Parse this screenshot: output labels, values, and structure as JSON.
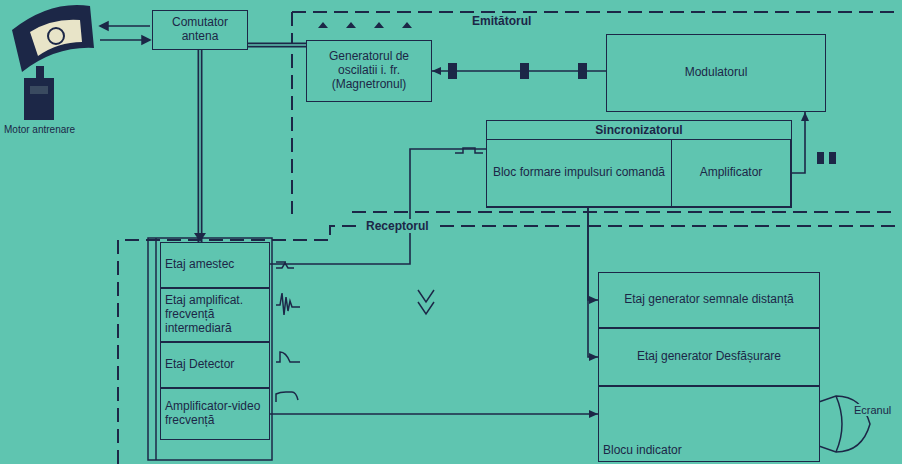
{
  "diagram": {
    "nodes": [
      {
        "text": [
          "Comutator antena"
        ]
      },
      {
        "text": [
          "Generatorul de oscilatii i. fr. (Magnetronul)"
        ]
      },
      {
        "text": [
          "Modulatorul"
        ]
      },
      {
        "text": [
          "Sincronizatorul"
        ]
      },
      {
        "text": [
          "Bloc formare impulsuri comandă"
        ],
        "in": 3
      },
      {
        "text": [
          "Amplificator"
        ],
        "in": 3
      },
      {
        "text": [
          "Etaj amestec"
        ]
      },
      {
        "text": [
          "Etaj amplificat. frecvență intermediară"
        ]
      },
      {
        "text": [
          "Etaj Detector"
        ]
      },
      {
        "text": [
          "Amplificator-video frecvență"
        ]
      },
      {
        "text": [
          "Etaj generator semnale distanță"
        ]
      },
      {
        "text": [
          "Etaj generator Desfășurare"
        ]
      },
      {
        "text": [
          "Blocu indicator"
        ]
      }
    ],
    "edges": [
      {
        "from": 0,
        "to": 1,
        "arrow": "none"
      },
      {
        "from": 2,
        "to": 1,
        "arrow": "to"
      },
      {
        "from": 5,
        "to": 2,
        "arrow": "to"
      },
      {
        "from": 0,
        "to": 6,
        "arrow": "to"
      },
      {
        "from": 4,
        "to": 6,
        "arrow": "none"
      },
      {
        "from": 4,
        "to": 10,
        "arrow": "to"
      },
      {
        "from": 4,
        "to": 11,
        "arrow": "to"
      },
      {
        "from": 9,
        "to": 12,
        "arrow": "to"
      }
    ],
    "labels": [
      "Emitătorul",
      "Receptorul",
      "Motor antrenare",
      "Ecranul"
    ]
  }
}
